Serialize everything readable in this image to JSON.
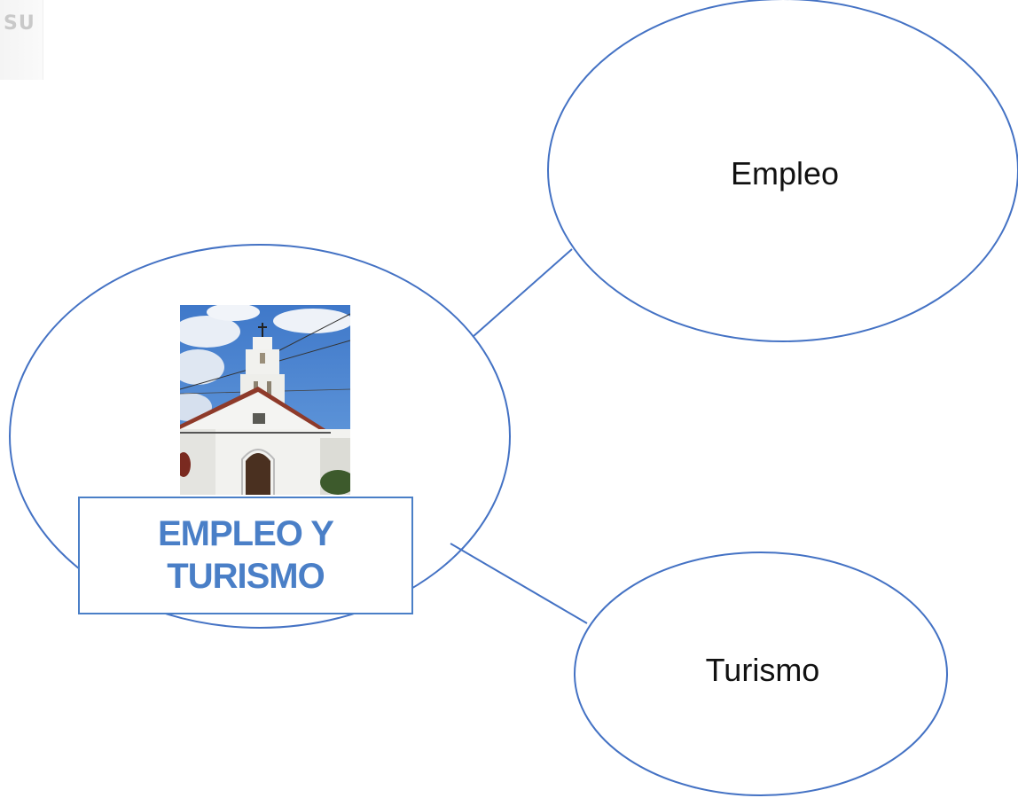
{
  "watermark": {
    "text": "SU"
  },
  "nodes": {
    "center": {
      "title_lines": [
        "EMPLEO Y",
        "TURISMO"
      ],
      "photo_icon": "church-photo"
    },
    "empleo": {
      "label": "Empleo"
    },
    "turismo": {
      "label": "Turismo"
    }
  },
  "colors": {
    "outline": "#4472c4",
    "title_text": "#4a7fc7",
    "label_text": "#111111"
  }
}
